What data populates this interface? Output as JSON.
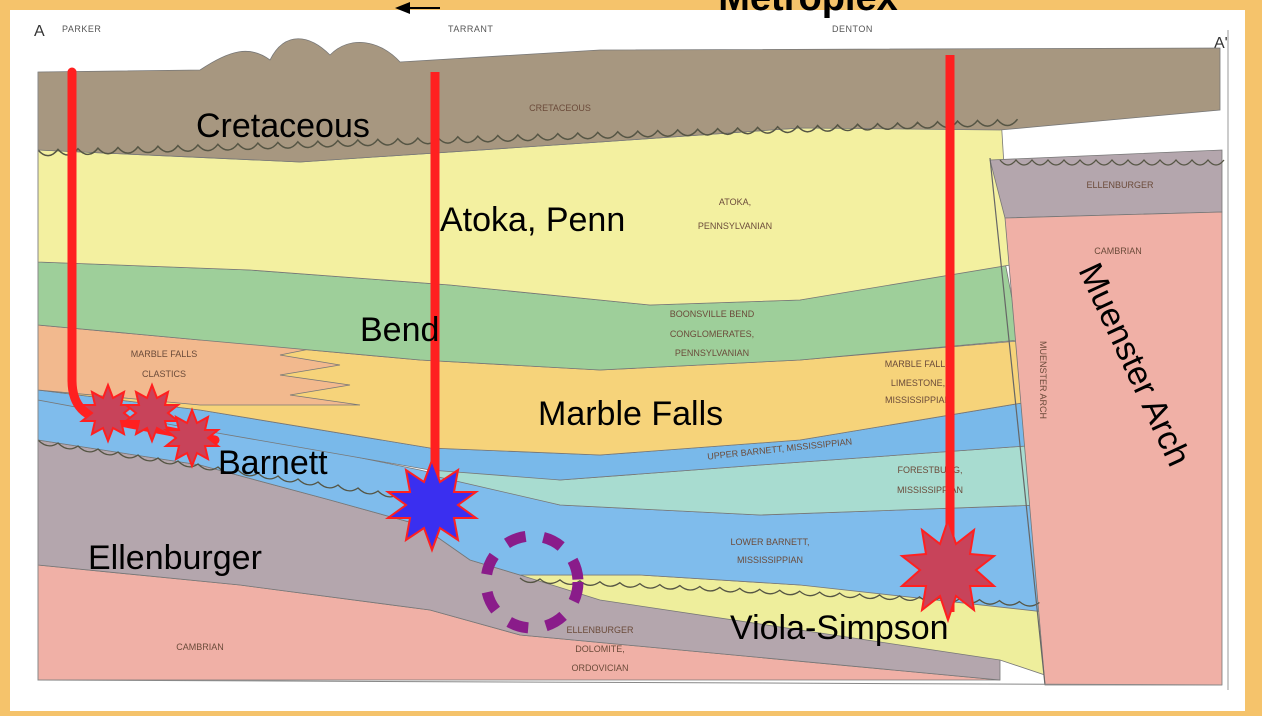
{
  "header": {
    "title": "Metroplex"
  },
  "section_labels": {
    "left": "A",
    "right": "A'"
  },
  "counties": [
    "PARKER",
    "TARRANT",
    "DENTON"
  ],
  "small_labels": {
    "cretaceous": "CRETACEOUS",
    "atoka_1": "ATOKA,",
    "atoka_2": "PENNSYLVANIAN",
    "ellenburger_right": "ELLENBURGER",
    "cambrian_right": "CAMBRIAN",
    "boonsville_1": "BOONSVILLE BEND",
    "boonsville_2": "CONGLOMERATES,",
    "boonsville_3": "PENNSYLVANIAN",
    "mf_clastics_1": "MARBLE FALLS",
    "mf_clastics_2": "CLASTICS",
    "mf_lime_1": "MARBLE FALLS",
    "mf_lime_2": "LIMESTONE,",
    "mf_lime_3": "MISSISSIPPIAN",
    "muenster_arch": "MUENSTER ARCH",
    "upper_barnett": "UPPER BARNETT, MISSISSIPPIAN",
    "forestburg_1": "FORESTBURG,",
    "forestburg_2": "MISSISSIPPIAN",
    "lower_barnett_1": "LOWER BARNETT,",
    "lower_barnett_2": "MISSISSIPPIAN",
    "ell_dol_1": "ELLENBURGER",
    "ell_dol_2": "DOLOMITE,",
    "ell_dol_3": "ORDOVICIAN",
    "cambrian_left": "CAMBRIAN"
  },
  "big_labels": {
    "cretaceous": "Cretaceous",
    "atoka": "Atoka, Penn",
    "bend": "Bend",
    "marble_falls": "Marble Falls",
    "barnett": "Barnett",
    "ellenburger": "Ellenburger",
    "viola": "Viola-Simpson",
    "muenster": "Muenster Arch"
  },
  "colors": {
    "cretaceous": "#a79780",
    "atoka": "#f3f0a0",
    "bend": "#9ecf9a",
    "marble_falls": "#f6d37a",
    "upper_barnett": "#79b9ea",
    "forestburg": "#a8dcd0",
    "lower_barnett": "#7fbcec",
    "viola": "#eeee9c",
    "ellenburger": "#b4a6ad",
    "cambrian": "#f0b0a6",
    "well": "#ff2020",
    "frac_red": "#c8435a",
    "frac_blue": "#3a2ff0",
    "target_circle": "#8a1c8a"
  }
}
